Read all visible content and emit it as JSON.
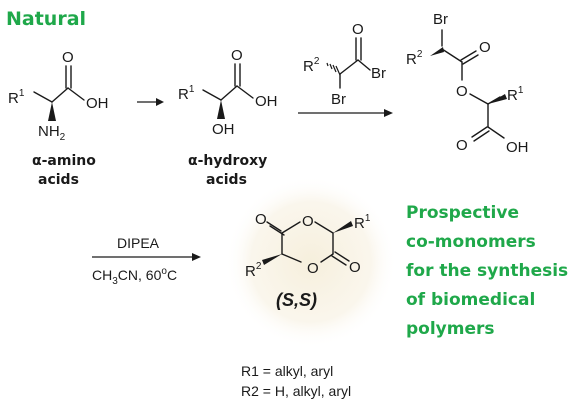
{
  "title": "Natural",
  "amino_acid": {
    "label_line1": "α-amino",
    "label_line2": "acids",
    "R": "R",
    "R_sup": "1",
    "O": "O",
    "OH": "OH",
    "NH2_N": "NH",
    "NH2_sub": "2"
  },
  "hydroxy_acid": {
    "label_line1": "α-hydroxy",
    "label_line2": "acids",
    "R": "R",
    "R_sup": "1",
    "O": "O",
    "OH": "OH",
    "OH_alpha": "OH"
  },
  "reagent": {
    "R": "R",
    "R_sup": "2",
    "O": "O",
    "Br": "Br",
    "Br_alpha": "Br"
  },
  "ester": {
    "Br": "Br",
    "R2": "R",
    "R2_sup": "2",
    "O1": "O",
    "O2": "O",
    "R1": "R",
    "R1_sup": "1",
    "O3": "O",
    "OH": "OH"
  },
  "step2": {
    "reagent": "DIPEA",
    "solvent": "CH",
    "solvent_sub": "3",
    "solvent_rest": "CN, 60",
    "degree": "o",
    "unit": "C"
  },
  "product": {
    "O_top": "O",
    "O_ring_top": "O",
    "R1": "R",
    "R1_sup": "1",
    "R2": "R",
    "R2_sup": "2",
    "O_ring_bot": "O",
    "O_bot": "O",
    "stereo": "(S,S)"
  },
  "definitions": {
    "r1": "R1 = alkyl, aryl",
    "r2": "R2 = H, alkyl, aryl"
  },
  "prospective": [
    "Prospective",
    "co-monomers",
    "for the synthesis",
    "of biomedical",
    "polymers"
  ],
  "colors": {
    "green": "#1fa84a",
    "ink": "#1a1a1a",
    "halo": "#f6efdc"
  }
}
